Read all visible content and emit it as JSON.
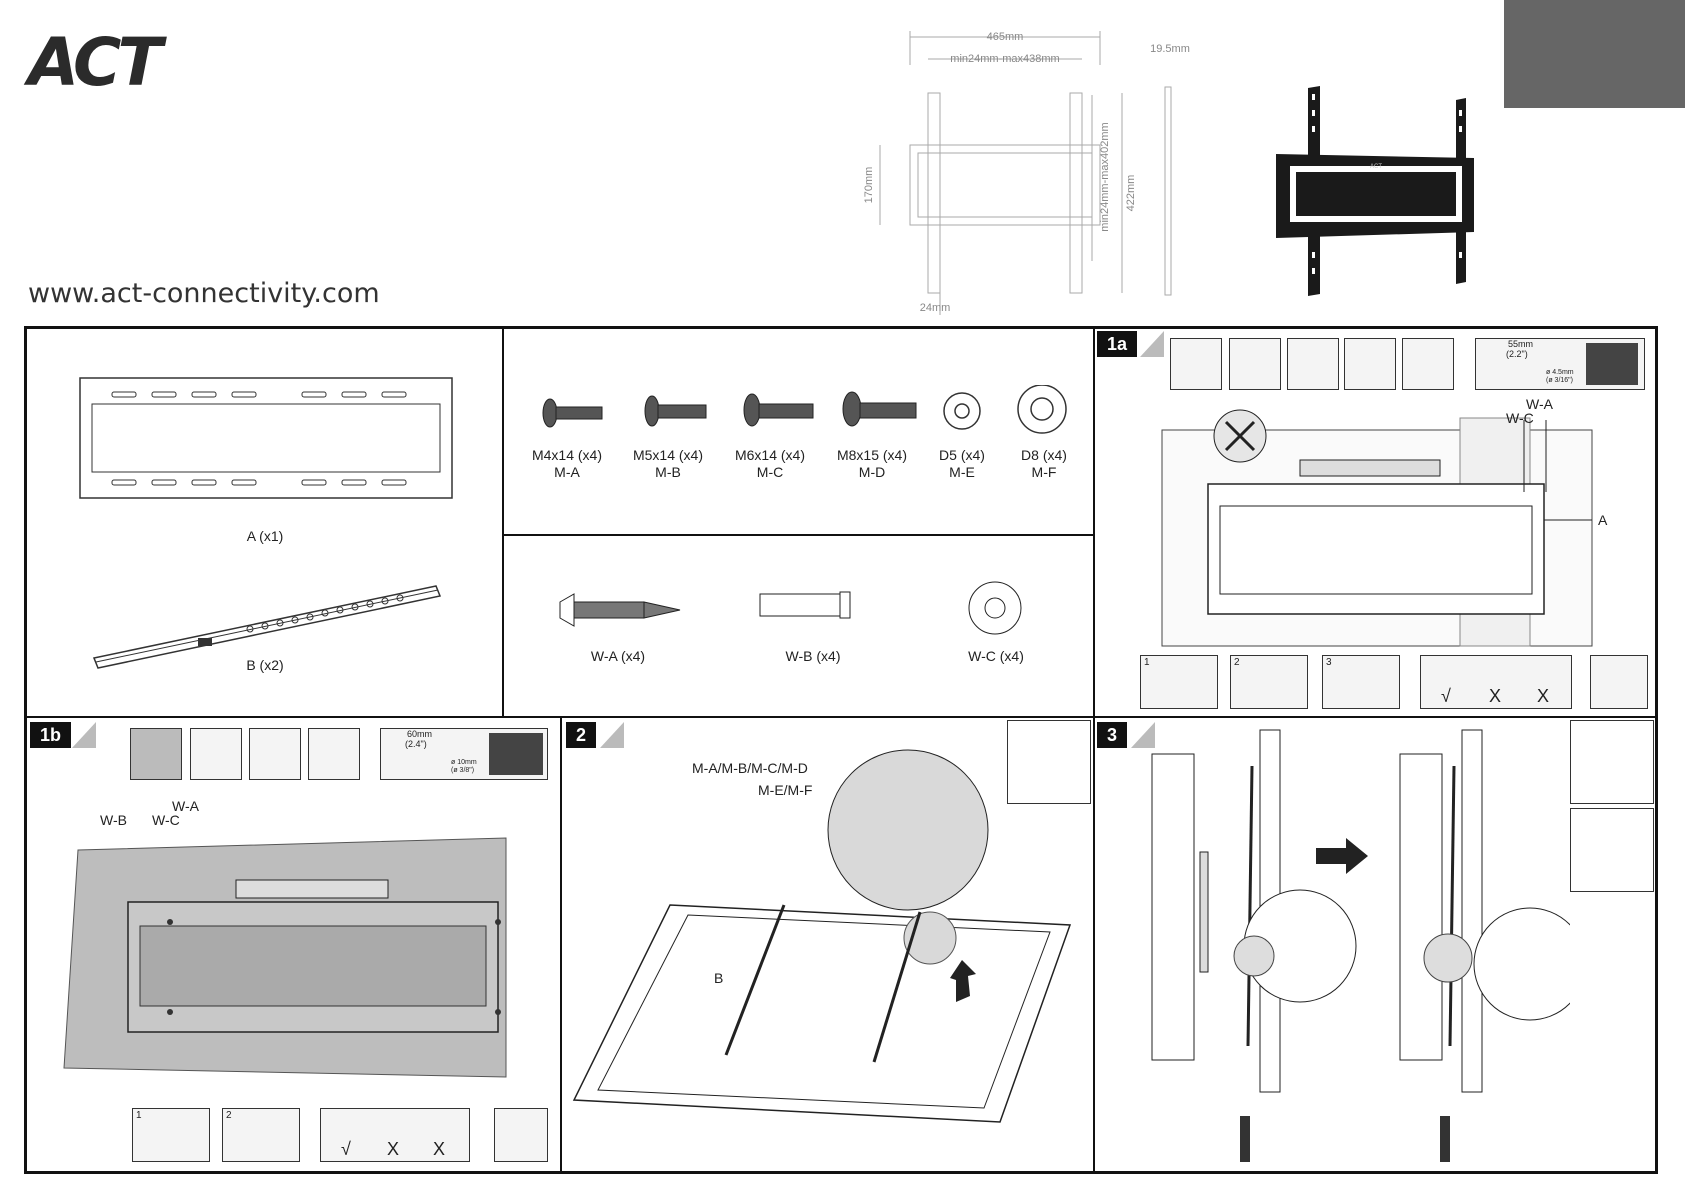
{
  "brand": {
    "logo": "ACT",
    "url": "www.act-connectivity.com"
  },
  "dimensions": {
    "width_total": "465mm",
    "width_range": "min24mm-max438mm",
    "depth": "19.5mm",
    "height_left": "170mm",
    "height_range": "min24mm-max402mm",
    "height_total": "422mm",
    "bottom": "24mm",
    "bracket_logo": "ACT"
  },
  "parts": {
    "plate": "A (x1)",
    "rails": "B (x2)",
    "screws": [
      {
        "size": "M4x14 (x4)",
        "code": "M-A"
      },
      {
        "size": "M5x14 (x4)",
        "code": "M-B"
      },
      {
        "size": "M6x14 (x4)",
        "code": "M-C"
      },
      {
        "size": "M8x15 (x4)",
        "code": "M-D"
      },
      {
        "size": "D5 (x4)",
        "code": "M-E"
      },
      {
        "size": "D8 (x4)",
        "code": "M-F"
      }
    ],
    "wall": [
      {
        "label": "W-A (x4)"
      },
      {
        "label": "W-B (x4)"
      },
      {
        "label": "W-C (x4)"
      }
    ]
  },
  "step1a": {
    "number": "1a",
    "drill_depth": "55mm",
    "drill_depth_in": "(2.2\")",
    "drill_bit": "ø 4.5mm",
    "drill_bit_in": "(ø 3/16\")",
    "label_wa": "W-A",
    "label_wc": "W-C",
    "label_a": "A",
    "sub": [
      "1",
      "2",
      "3"
    ],
    "level": [
      "√",
      "X",
      "X"
    ]
  },
  "step1b": {
    "number": "1b",
    "drill_depth": "60mm",
    "drill_depth_in": "(2.4\")",
    "drill_bit": "ø 10mm",
    "drill_bit_in": "(ø 3/8\")",
    "label_wb": "W-B",
    "label_wc": "W-C",
    "label_wa": "W-A",
    "sub": [
      "1",
      "2"
    ],
    "level": [
      "√",
      "X",
      "X"
    ]
  },
  "step2": {
    "number": "2",
    "label_screws": "M-A/M-B/M-C/M-D",
    "label_washers": "M-E/M-F",
    "label_b": "B"
  },
  "step3": {
    "number": "3"
  }
}
